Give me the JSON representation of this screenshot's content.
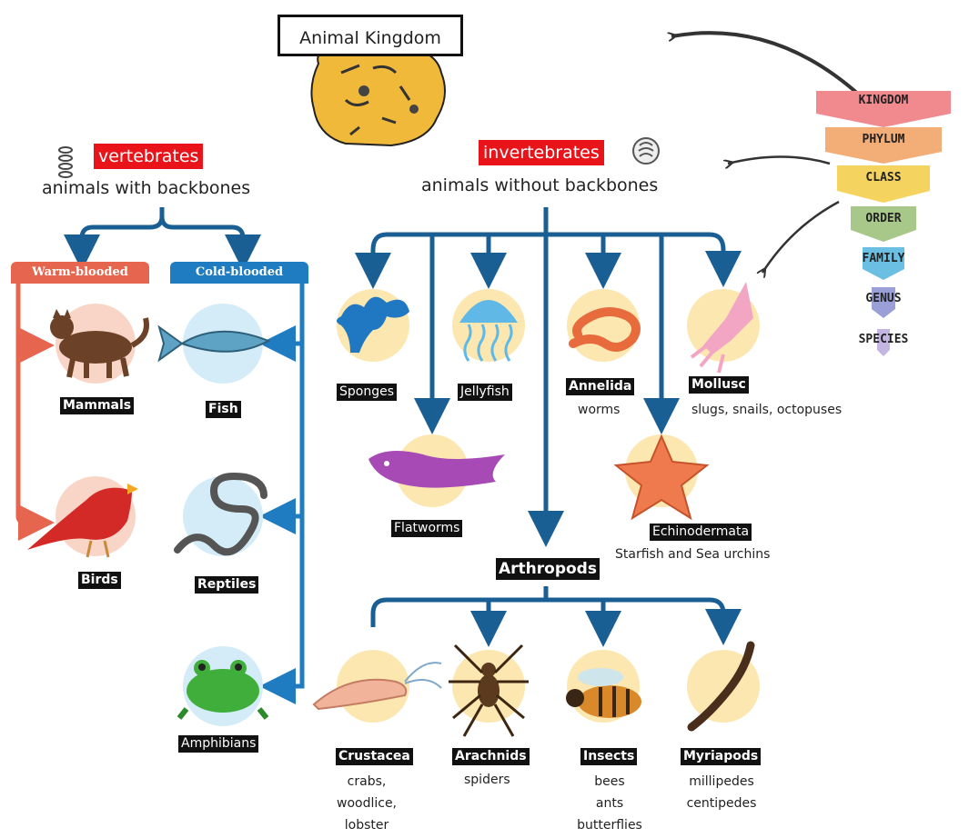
{
  "title": "Animal Kingdom",
  "vertebrates": {
    "label": "vertebrates",
    "desc": "animals with backbones",
    "warm_label": "Warm-blooded",
    "cold_label": "Cold-blooded",
    "mammals": "Mammals",
    "birds": "Birds",
    "fish": "Fish",
    "reptiles": "Reptiles",
    "amphibians": "Amphibians"
  },
  "invertebrates": {
    "label": "invertebrates",
    "desc": "animals without backbones",
    "sponges": "Sponges",
    "jellyfish": "Jellyfish",
    "annelida": "Annelida",
    "annelida_sub": "worms",
    "mollusc": "Mollusc",
    "mollusc_sub": "slugs, snails, octopuses",
    "flatworms": "Flatworms",
    "echinodermata": "Echinodermata",
    "echinodermata_sub": "Starfish and Sea urchins",
    "arthropods": "Arthropods"
  },
  "arthropods": {
    "crustacea": "Crustacea",
    "crustacea_sub": [
      "crabs,",
      "woodlice,",
      "lobster"
    ],
    "arachnids": "Arachnids",
    "arachnids_sub": "spiders",
    "insects": "Insects",
    "insects_sub": [
      "bees",
      "ants",
      "butterflies"
    ],
    "myriapods": "Myriapods",
    "myriapods_sub": [
      "millipedes",
      "centipedes"
    ]
  },
  "taxonomy": {
    "levels": [
      "KINGDOM",
      "PHYLUM",
      "CLASS",
      "ORDER",
      "FAMILY",
      "GENUS",
      "SPECIES"
    ],
    "colors": [
      "#f08a8f",
      "#f3ad77",
      "#f5d35f",
      "#a8c88a",
      "#6bbfe3",
      "#9b9fd8",
      "#c4b5e3"
    ]
  },
  "colors": {
    "warm": "#e5654f",
    "cold": "#1f7cc0",
    "tree": "#1a5f94",
    "red_tag": "#e8141a"
  },
  "icons": [
    "spine-icon",
    "shell-icon",
    "cat-icon",
    "bird-icon",
    "fish-icon",
    "snake-icon",
    "frog-icon",
    "sponge-icon",
    "jellyfish-icon",
    "worm-icon",
    "squid-icon",
    "flatworm-icon",
    "starfish-icon",
    "shrimp-icon",
    "spider-icon",
    "bee-icon",
    "millipede-icon"
  ]
}
